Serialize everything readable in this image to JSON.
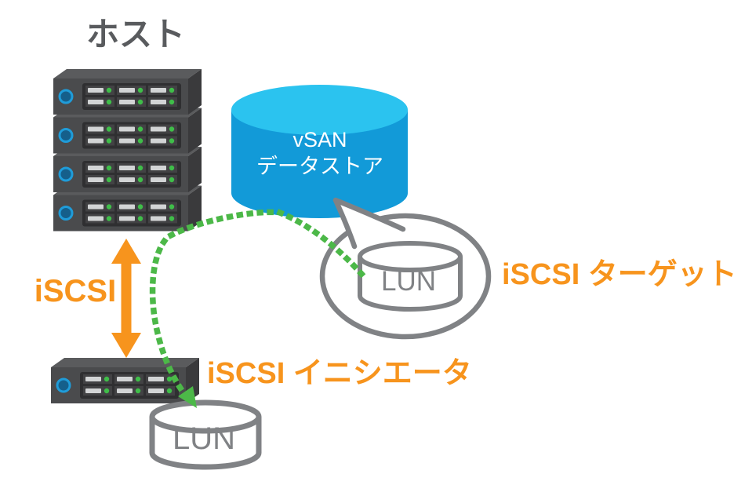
{
  "diagram": {
    "host": {
      "label": "ホスト"
    },
    "vsan_datastore": {
      "label": "vSAN データストア",
      "lines": [
        "vSAN",
        "データストア"
      ]
    },
    "target_lun": {
      "label": "LUN"
    },
    "initiator_lun": {
      "label": "LUN"
    },
    "iscsi_link": {
      "label": "iSCSI"
    },
    "iscsi_target": {
      "label": "iSCSI ターゲット"
    },
    "iscsi_initiator": {
      "label": "iSCSI イニシエータ"
    }
  },
  "colors": {
    "orange": "#f7941d",
    "green": "#4cb848",
    "vsan_body": "#129ad8",
    "vsan_top": "#2bc3ef",
    "outline_gray": "#808285",
    "lun_text": "#808285",
    "title_gray": "#595b5e",
    "white": "#ffffff"
  }
}
